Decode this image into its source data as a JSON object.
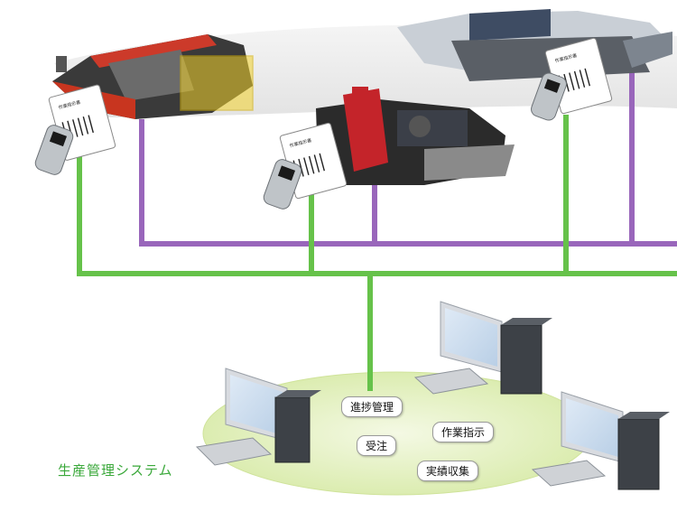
{
  "system": {
    "title": "生産管理システム",
    "modules": [
      "進捗管理",
      "受注",
      "作業指示",
      "実績収集"
    ]
  },
  "work_orders": {
    "label": "作業指示書"
  },
  "colors": {
    "green_line": "#66c24a",
    "purple_line": "#9966bb",
    "ellipse": "#e6f2c4",
    "title": "#3aa83a"
  }
}
